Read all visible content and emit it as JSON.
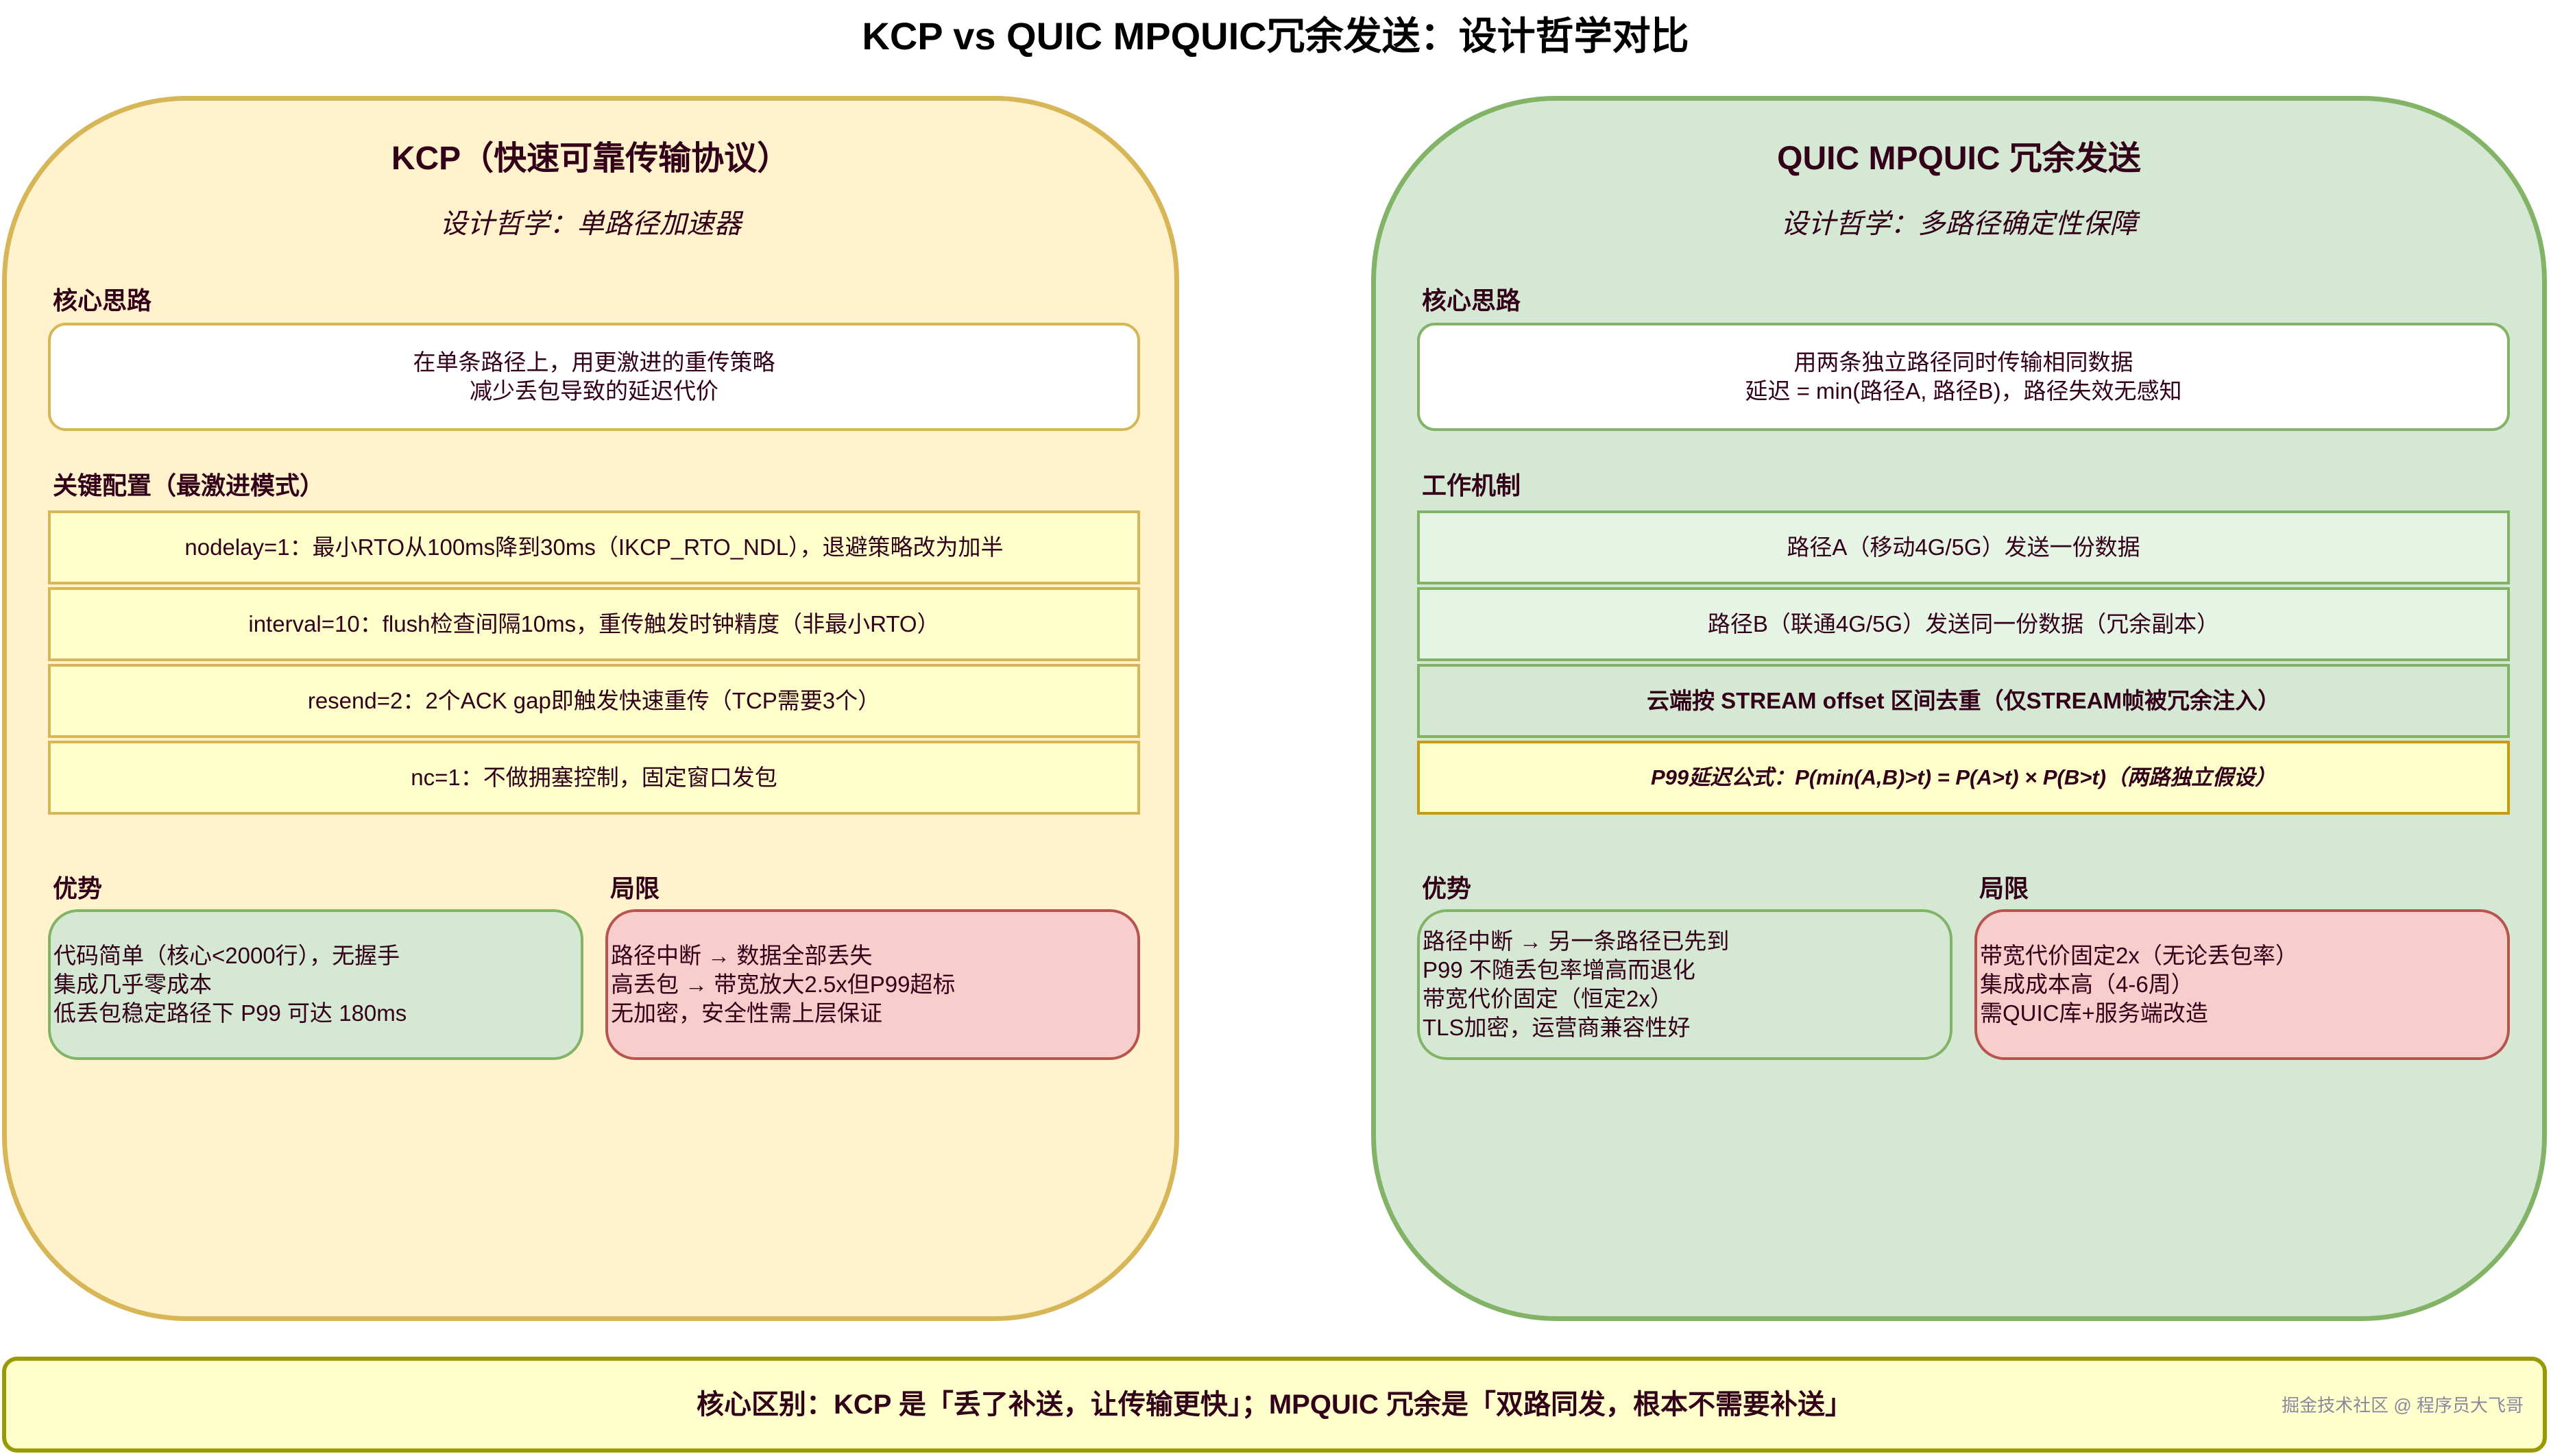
{
  "title": "KCP vs QUIC MPQUIC冗余发送：设计哲学对比",
  "colors": {
    "text": "#33001a",
    "kcp_panel_fill": "#fff2cc",
    "kcp_panel_border": "#d6b656",
    "quic_panel_fill": "#d5e8d4",
    "quic_panel_border": "#82b366",
    "pro_fill": "#d5e8d4",
    "con_fill": "#f8cecc",
    "con_border": "#b85450",
    "bottom_fill": "#ffffcc",
    "bottom_border": "#999900"
  },
  "kcp": {
    "title": "KCP（快速可靠传输协议）",
    "subtitle": "设计哲学：单路径加速器",
    "core_label": "核心思路",
    "core_lines": [
      "在单条路径上，用更激进的重传策略",
      "减少丢包导致的延迟代价"
    ],
    "config_label": "关键配置（最激进模式）",
    "config_rows": [
      "nodelay=1：最小RTO从100ms降到30ms（IKCP_RTO_NDL），退避策略改为加半",
      "interval=10：flush检查间隔10ms，重传触发时钟精度（非最小RTO）",
      "resend=2：2个ACK gap即触发快速重传（TCP需要3个）",
      "nc=1：不做拥塞控制，固定窗口发包"
    ],
    "pros_label": "优势",
    "pros": [
      "代码简单（核心<2000行），无握手",
      "集成几乎零成本",
      "低丢包稳定路径下 P99 可达 180ms"
    ],
    "cons_label": "局限",
    "cons": [
      "路径中断 → 数据全部丢失",
      "高丢包 → 带宽放大2.5x但P99超标",
      "无加密，安全性需上层保证"
    ]
  },
  "quic": {
    "title": "QUIC MPQUIC 冗余发送",
    "subtitle": "设计哲学：多路径确定性保障",
    "core_label": "核心思路",
    "core_lines": [
      "用两条独立路径同时传输相同数据",
      "延迟 = min(路径A, 路径B)，路径失效无感知"
    ],
    "mechanism_label": "工作机制",
    "mechanism_rows": [
      "路径A（移动4G/5G）发送一份数据",
      "路径B（联通4G/5G）发送同一份数据（冗余副本）",
      "云端按 STREAM offset 区间去重（仅STREAM帧被冗余注入）",
      "P99延迟公式：P(min(A,B)>t) = P(A>t) × P(B>t)（两路独立假设）"
    ],
    "pros_label": "优势",
    "pros": [
      "路径中断 → 另一条路径已先到",
      "P99 不随丢包率增高而退化",
      "带宽代价固定（恒定2x）",
      "TLS加密，运营商兼容性好"
    ],
    "cons_label": "局限",
    "cons": [
      "带宽代价固定2x（无论丢包率）",
      "集成成本高（4-6周）",
      "需QUIC库+服务端改造"
    ]
  },
  "bottom": {
    "summary": "核心区别：KCP 是「丢了补送，让传输更快」；MPQUIC 冗余是「双路同发，根本不需要补送」",
    "watermark": "掘金技术社区 @ 程序员大飞哥"
  }
}
